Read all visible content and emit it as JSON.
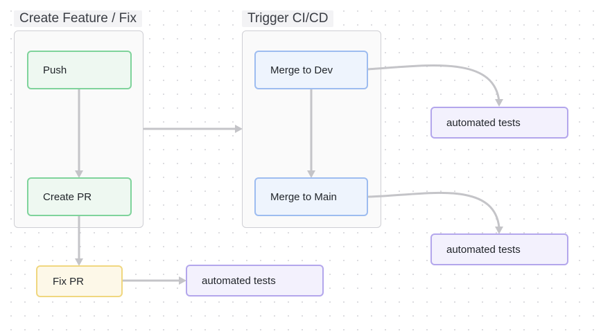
{
  "groups": {
    "feature": {
      "label": "Create Feature / Fix"
    },
    "cicd": {
      "label": "Trigger CI/CD"
    }
  },
  "nodes": {
    "push": "Push",
    "create_pr": "Create PR",
    "fix_pr": "Fix PR",
    "tests_fix": "automated tests",
    "merge_dev": "Merge to Dev",
    "merge_main": "Merge to Main",
    "tests_dev": "automated tests",
    "tests_main": "automated tests"
  },
  "colors": {
    "green_fill": "#eef8f1",
    "green_border": "#7fd39b",
    "blue_fill": "#eef4fd",
    "blue_border": "#9dbcf0",
    "yellow_fill": "#fdf8e8",
    "yellow_border": "#f0d77f",
    "purple_fill": "#f3f1fd",
    "purple_border": "#b3a6ec",
    "edge": "#c4c4c8"
  }
}
